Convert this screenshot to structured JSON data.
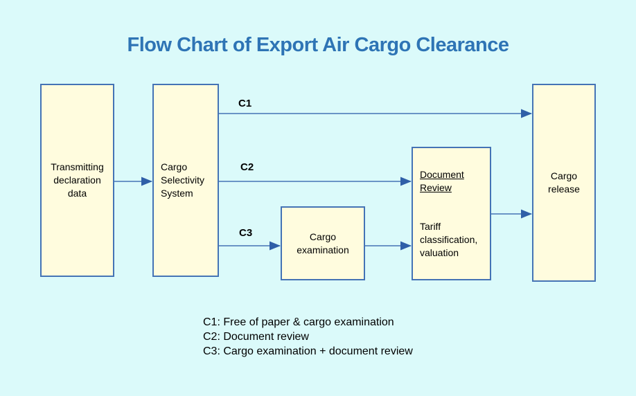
{
  "title": "Flow Chart of Export Air Cargo Clearance",
  "colors": {
    "background": "#DBFAFA",
    "node_fill": "#FFFCDE",
    "node_border": "#4473B5",
    "arrow": "#2F5FA8",
    "title_text": "#2E74B5",
    "body_text": "#000000"
  },
  "nodes": {
    "transmitting": {
      "label": "Transmitting\ndeclaration\ndata"
    },
    "selectivity": {
      "label": "Cargo\nSelectivity\nSystem"
    },
    "examination": {
      "label": "Cargo\nexamination"
    },
    "document_review": {
      "title": "Document\nReview",
      "body": "Tariff\nclassification,\nvaluation"
    },
    "release": {
      "label": "Cargo\nrelease"
    }
  },
  "edge_labels": {
    "c1": "C1",
    "c2": "C2",
    "c3": "C3"
  },
  "legend": {
    "items": [
      "C1: Free of paper & cargo examination",
      "C2: Document review",
      "C3: Cargo examination + document review"
    ]
  }
}
